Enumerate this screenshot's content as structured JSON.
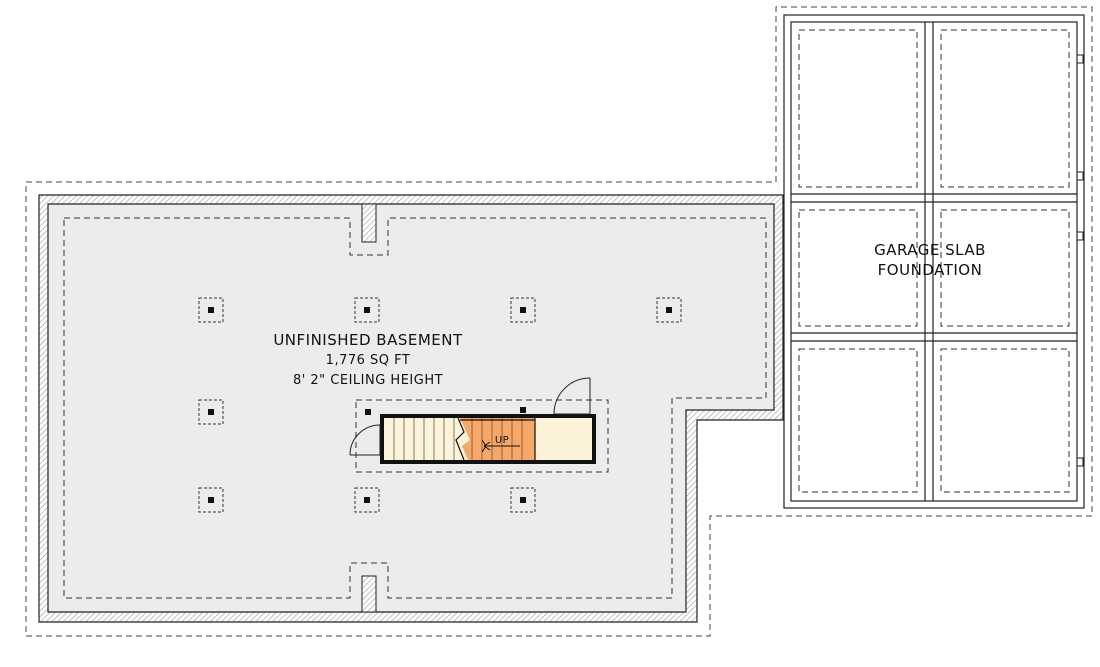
{
  "basement": {
    "title": "UNFINISHED BASEMENT",
    "area": "1,776 SQ FT",
    "ceiling": "8' 2\" CEILING HEIGHT"
  },
  "stair": {
    "label": "UP"
  },
  "garage": {
    "line1": "GARAGE SLAB",
    "line2": "FOUNDATION"
  },
  "colors": {
    "floor": "#ececec",
    "wall_hatch": "#9a9a9a",
    "stair_tread": "#fbf3dc",
    "stair_up": "#f5a86a",
    "landing": "#fbf1d8",
    "line": "#222222"
  }
}
